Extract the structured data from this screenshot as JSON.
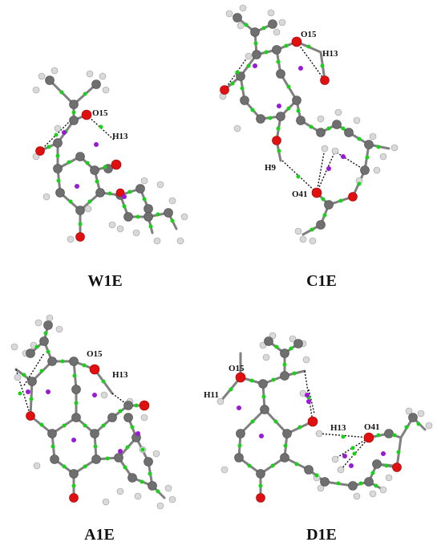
{
  "colors": {
    "carbon": "#6f6f6f",
    "hydrogen": "#d9d9d9",
    "oxygen": "#e01010",
    "bond_critical_point": "#19d119",
    "ring_critical_point": "#9b19d6",
    "bond": "#808080",
    "background": "#ffffff"
  },
  "panels": [
    {
      "id": "W1E",
      "label": "W1E",
      "atom_labels": [
        "O15",
        "H13"
      ]
    },
    {
      "id": "C1E",
      "label": "C1E",
      "atom_labels": [
        "O15",
        "H13",
        "H9",
        "O41"
      ]
    },
    {
      "id": "A1E",
      "label": "A1E",
      "atom_labels": [
        "O15",
        "H13"
      ]
    },
    {
      "id": "D1E",
      "label": "D1E",
      "atom_labels": [
        "O15",
        "H11",
        "H13",
        "O41"
      ]
    }
  ]
}
